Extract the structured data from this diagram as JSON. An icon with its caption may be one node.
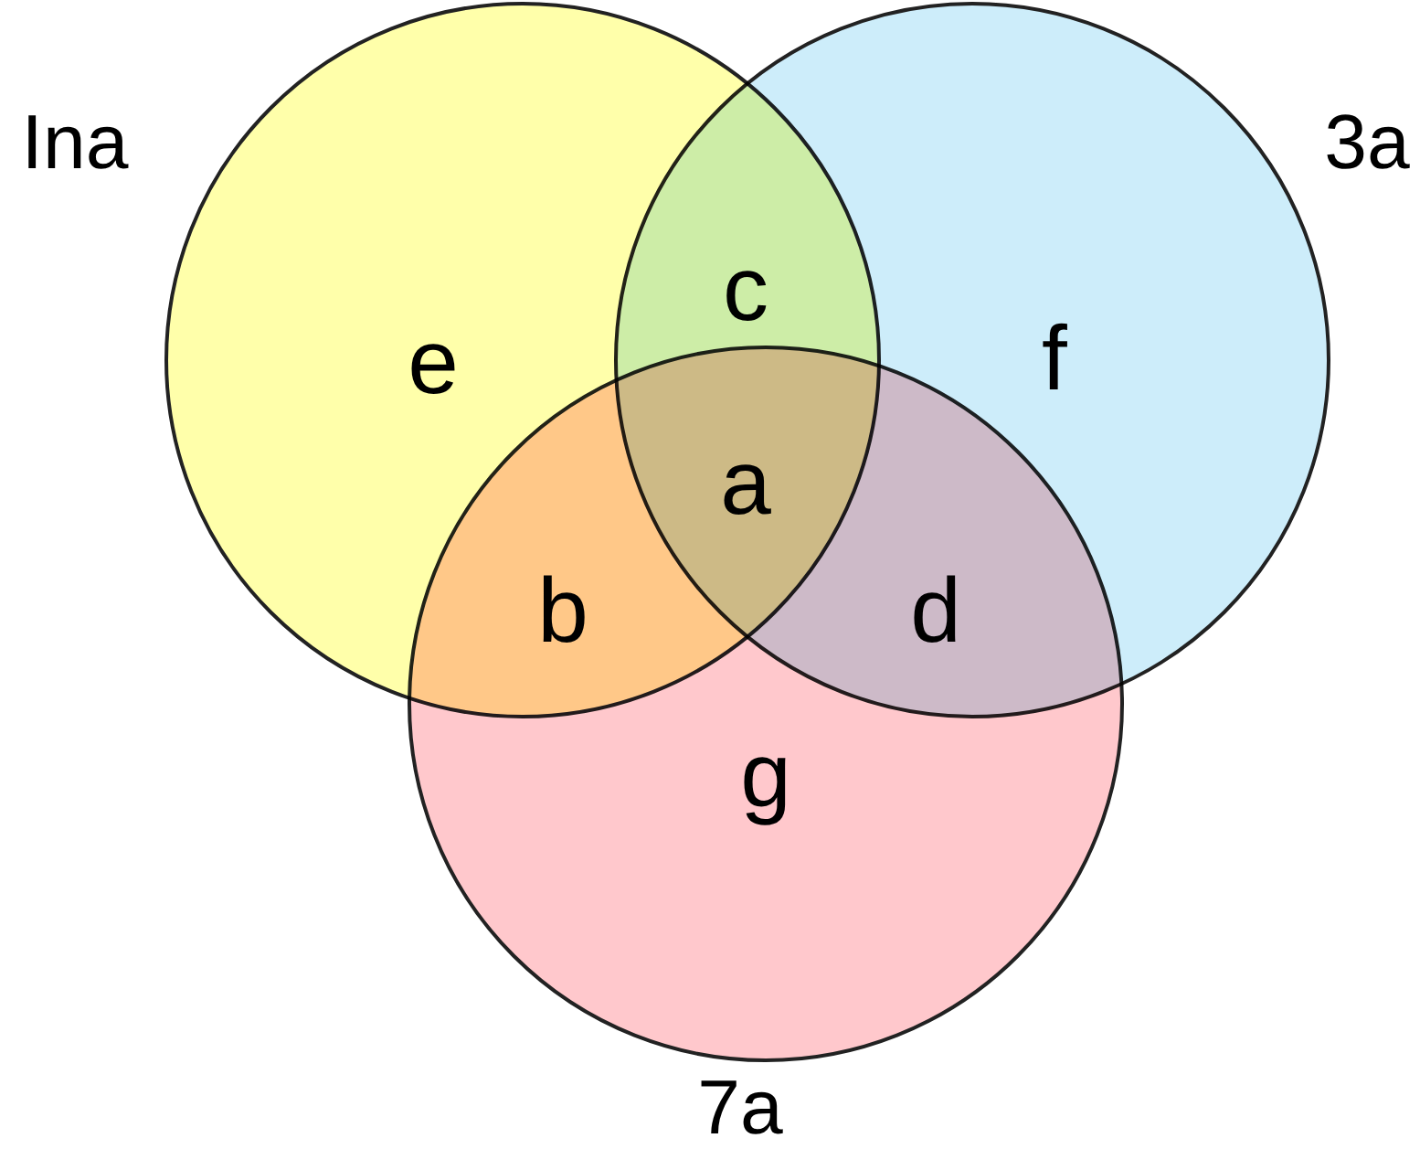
{
  "diagram": {
    "nodes": [
      {
        "text": [
          "Ina"
        ]
      },
      {
        "text": [
          "3a"
        ]
      },
      {
        "text": [
          "7a"
        ]
      }
    ],
    "edges": [],
    "labels": [
      "c",
      "e",
      "f",
      "a",
      "b",
      "d",
      "g"
    ]
  }
}
